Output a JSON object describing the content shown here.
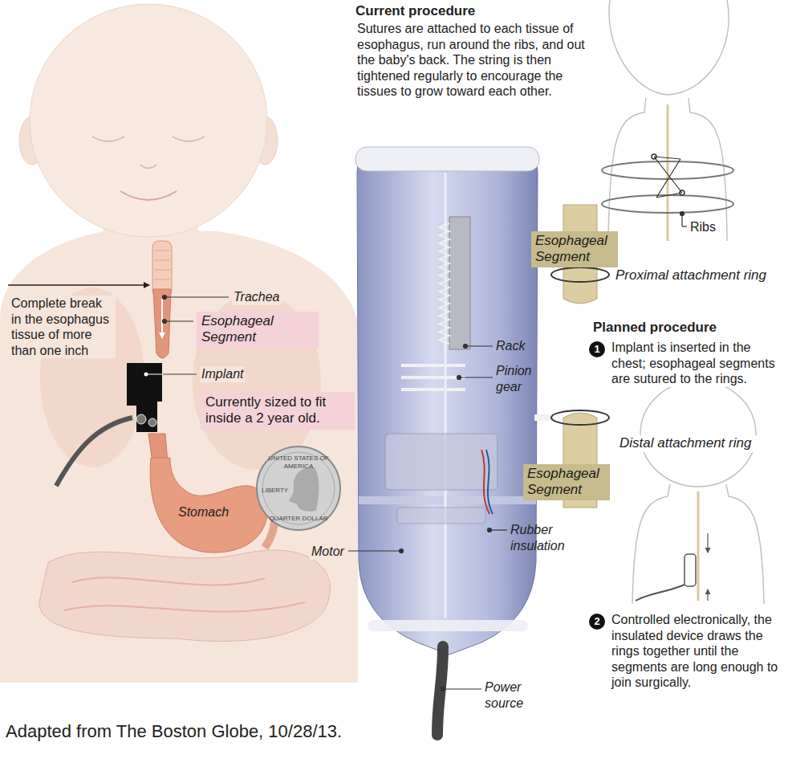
{
  "diagram": {
    "caption": "Adapted from The Boston Globe, 10/28/13.",
    "nodes": [
      {
        "text": [
          "Esophageal Segment"
        ]
      },
      {
        "text": [
          "Currently sized to fit inside a 2 year old."
        ]
      },
      {
        "text": [
          "Esophageal Segment"
        ]
      },
      {
        "text": [
          "Esophageal Segment"
        ]
      },
      {
        "text": [
          "1"
        ]
      },
      {
        "text": [
          "2"
        ]
      }
    ],
    "labels": [
      "Current procedure",
      "Sutures are attached to each tissue of esophagus, run around the ribs, and out the baby's back. The string is then tightened regularly to encourage the tissues to grow toward each other.",
      "Ribs",
      "Proximal attachment ring",
      "Planned procedure",
      "Implant is inserted in the chest; esophageal segments are sutured to the rings.",
      "Distal attachment ring",
      "Rack",
      "Pinion gear",
      "Motor",
      "Rubber insulation",
      "Power source",
      "Controlled electronically, the insulated device draws the rings together until the segments are long enough to join surgically.",
      "Complete break in the esophagus tissue of more than one inch",
      "Trachea",
      "Implant",
      "Stomach",
      "UNITED STATES OF AMERICA",
      "LIBERTY",
      "QUARTER DOLLAR"
    ]
  }
}
